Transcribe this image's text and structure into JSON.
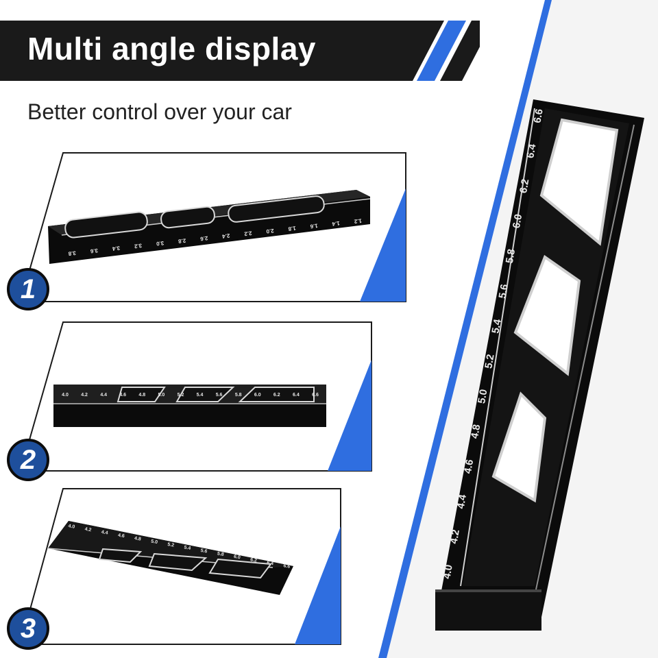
{
  "header": {
    "title": "Multi angle display",
    "subtitle": "Better control over your car"
  },
  "colors": {
    "accent_blue": "#2f6ee0",
    "banner_black": "#1a1a1a",
    "badge_blue": "#1e4f9c",
    "product_black": "#0b0b0b"
  },
  "views": [
    {
      "badge": "1",
      "scale_labels": [
        "3.8",
        "3.6",
        "3.4",
        "3.2",
        "3.0",
        "2.8",
        "2.6",
        "2.4",
        "2.2",
        "2.0",
        "1.8",
        "1.6",
        "1.4",
        "1.2"
      ]
    },
    {
      "badge": "2",
      "scale_labels": [
        "4.0",
        "4.2",
        "4.4",
        "4.6",
        "4.8",
        "5.0",
        "5.2",
        "5.4",
        "5.6",
        "5.8",
        "6.0",
        "6.2",
        "6.4",
        "6.6"
      ]
    },
    {
      "badge": "3",
      "scale_labels": [
        "4.0",
        "4.2",
        "4.4",
        "4.6",
        "4.8",
        "5.0",
        "5.2",
        "5.4",
        "5.6",
        "5.8",
        "6.0",
        "6.2",
        "6.4",
        "6.6"
      ]
    }
  ],
  "main_product": {
    "scale_labels": [
      "4.0",
      "4.2",
      "4.4",
      "4.6",
      "4.8",
      "5.0",
      "5.2",
      "5.4",
      "5.6",
      "5.8",
      "6.0",
      "6.2",
      "6.4",
      "6.6"
    ]
  }
}
